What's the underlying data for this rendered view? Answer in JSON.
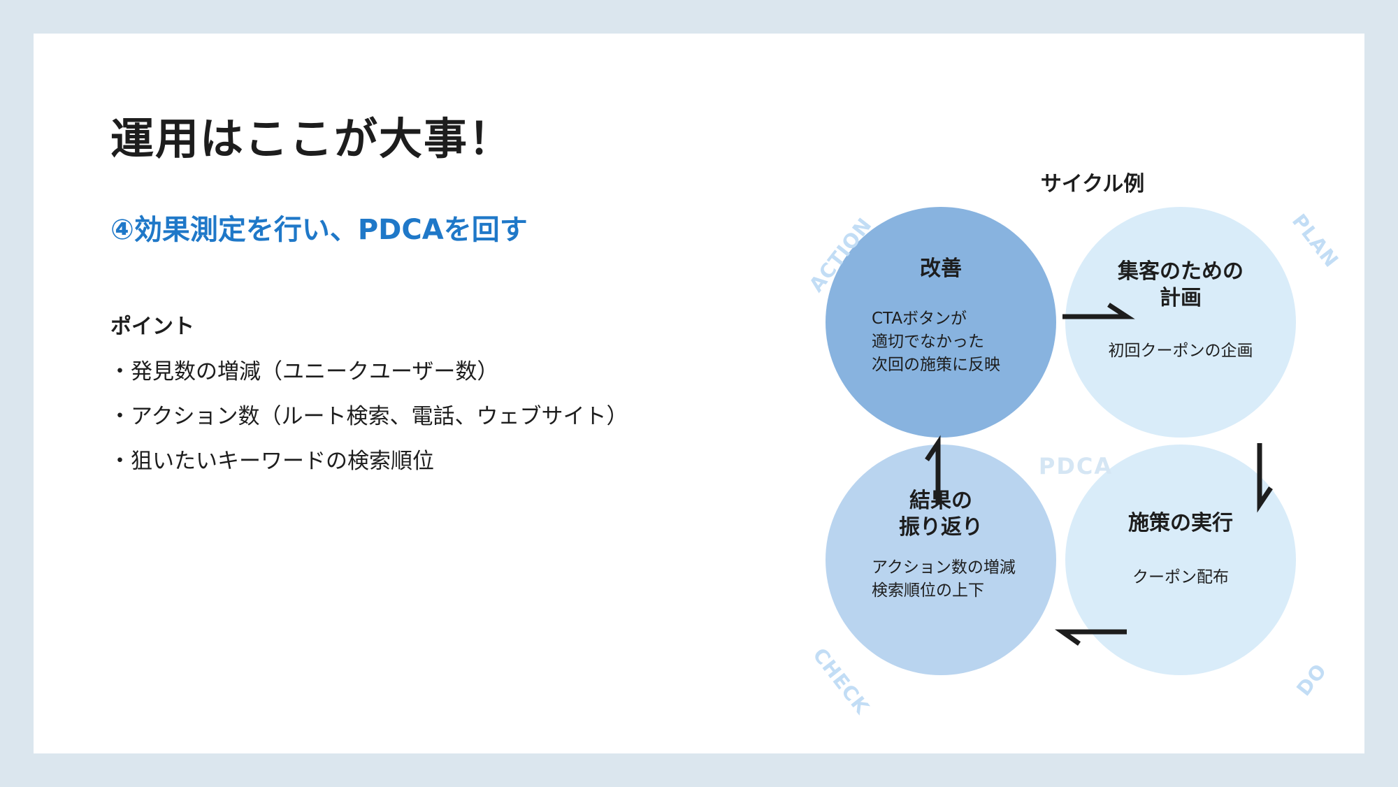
{
  "title": "運用はここが大事！",
  "subtitle": "④効果測定を行い、PDCAを回す",
  "points": {
    "heading": "ポイント",
    "items": [
      "・発見数の増減（ユニークユーザー数）",
      "・アクション数（ルート検索、電話、ウェブサイト）",
      "・狙いたいキーワードの検索順位"
    ]
  },
  "cycle": {
    "title": "サイクル例",
    "center_label": "PDCA",
    "colors": {
      "action": "#88b3df",
      "check": "#b9d4ef",
      "plan_do": "#d9ecf9",
      "corner_text": "#c2ddf5",
      "accent_blue": "#1f78c8"
    },
    "action": {
      "corner": "ACTION",
      "heading": "改善",
      "body": [
        "CTAボタンが",
        "適切でなかった",
        "次回の施策に反映"
      ]
    },
    "plan": {
      "corner": "PLAN",
      "heading": [
        "集客のための",
        "計画"
      ],
      "body": [
        "初回クーポンの企画"
      ]
    },
    "do": {
      "corner": "DO",
      "heading": "施策の実行",
      "body": [
        "クーポン配布"
      ]
    },
    "check": {
      "corner": "CHECK",
      "heading": [
        "結果の",
        "振り返り"
      ],
      "body": [
        "アクション数の増減",
        "検索順位の上下"
      ]
    }
  }
}
